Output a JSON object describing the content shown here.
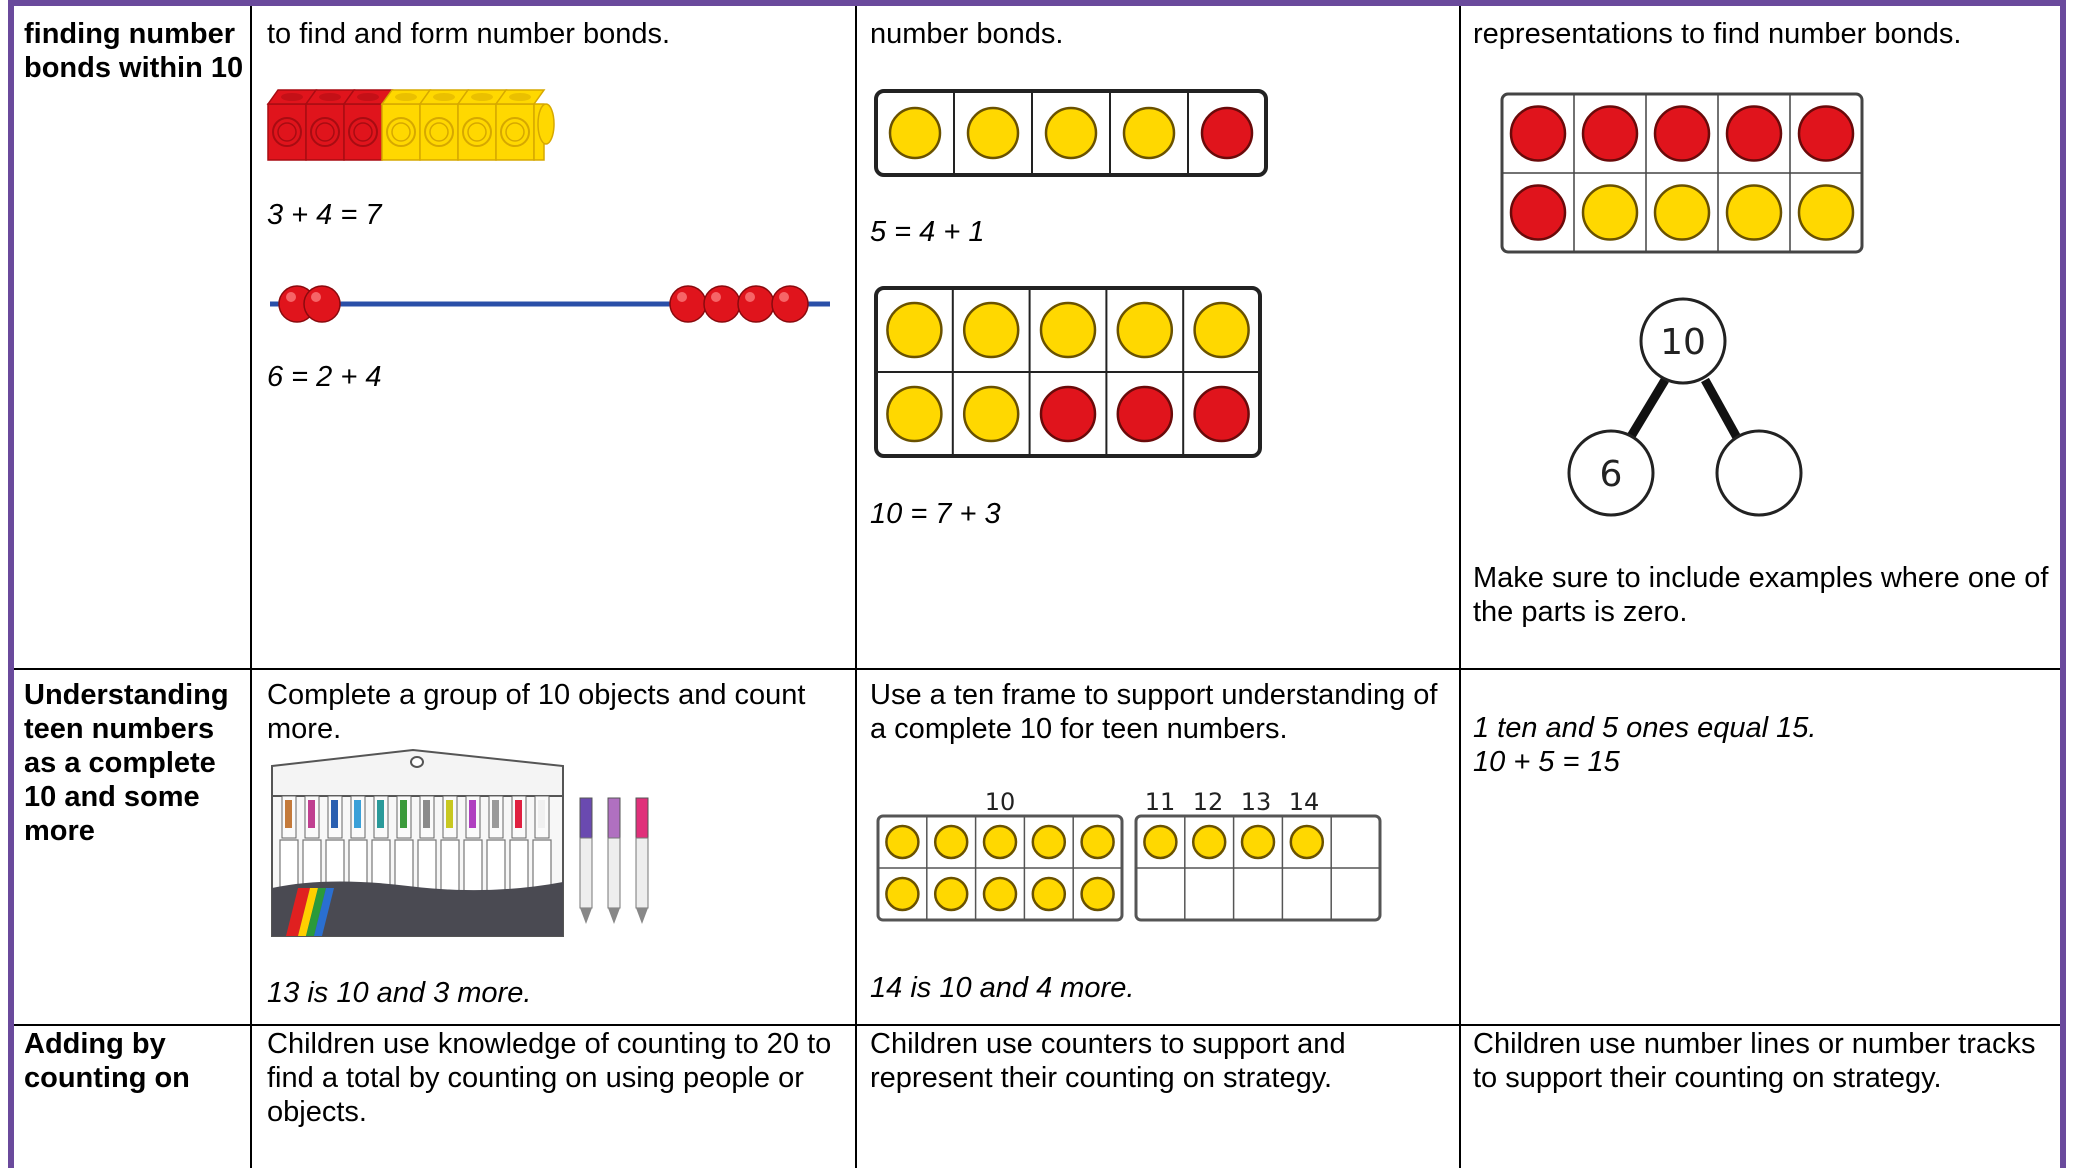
{
  "rows": [
    {
      "heading": "finding number bonds within 10",
      "concrete": {
        "text": "to find and form number bonds.",
        "eq1": "3 + 4 = 7",
        "eq2": "6 = 2 + 4"
      },
      "pictorial": {
        "text": "number bonds.",
        "eq1": "5 = 4 + 1",
        "eq2": "10 = 7 + 3"
      },
      "abstract": {
        "text": "representations to find number bonds.",
        "whole_value": "10",
        "part_value": "6",
        "note": "Make sure to include examples where one of the parts is zero."
      }
    },
    {
      "heading": "Understanding teen numbers as a complete 10 and some more",
      "concrete": {
        "text": "Complete a group of 10 objects and count more.",
        "caption": "13 is 10 and 3 more."
      },
      "pictorial": {
        "text": "Use a ten frame to support understanding of a complete 10 for teen numbers.",
        "frame_labels": [
          "10",
          "11",
          "12",
          "13",
          "14"
        ],
        "caption": "14 is 10 and 4 more."
      },
      "abstract": {
        "line1": "1 ten and 5 ones equal 15.",
        "line2": "10 + 5 = 15"
      }
    },
    {
      "heading": "Adding by counting on",
      "concrete": {
        "text": "Children use knowledge of counting to 20 to find a total by counting on using people or objects."
      },
      "pictorial": {
        "text": "Children use counters to support and represent their counting on strategy."
      },
      "abstract": {
        "text": "Children use number lines or number tracks to support their counting on strategy."
      }
    }
  ],
  "colors": {
    "border": "#6a4a9c",
    "red": "#e0141c",
    "yellow": "#ffd800",
    "line_blue": "#2a4fa8"
  }
}
